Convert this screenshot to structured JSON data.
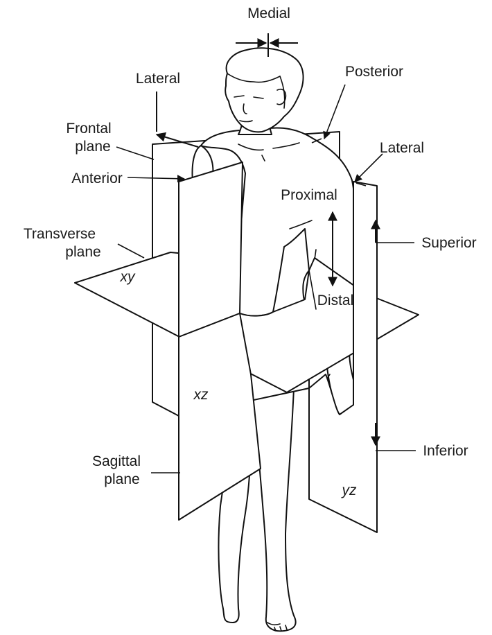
{
  "labels": {
    "medial": "Medial",
    "lateral_left": "Lateral",
    "posterior": "Posterior",
    "frontal_plane_line1": "Frontal",
    "frontal_plane_line2": "plane",
    "lateral_right": "Lateral",
    "anterior": "Anterior",
    "proximal": "Proximal",
    "transverse_plane_line1": "Transverse",
    "transverse_plane_line2": "plane",
    "superior": "Superior",
    "xy": "xy",
    "distal": "Distal",
    "xz": "xz",
    "inferior": "Inferior",
    "sagittal_plane_line1": "Sagittal",
    "sagittal_plane_line2": "plane",
    "yz": "yz"
  },
  "colors": {
    "ink": "#111111",
    "background": "#ffffff"
  }
}
